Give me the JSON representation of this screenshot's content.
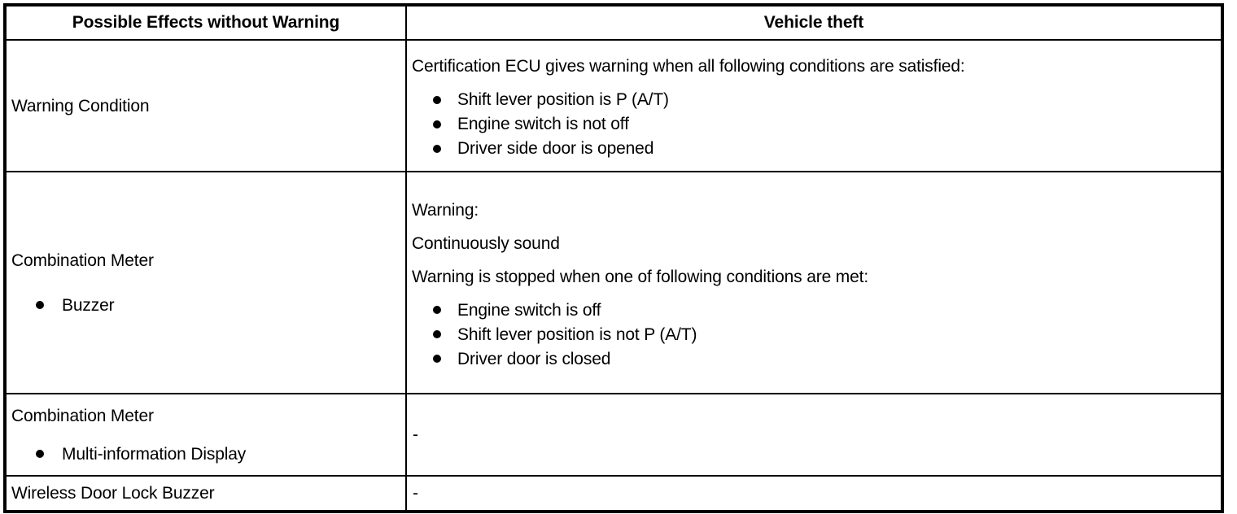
{
  "table": {
    "header": {
      "left": "Possible Effects without Warning",
      "right": "Vehicle theft"
    },
    "rows": [
      {
        "label": {
          "title": "Warning Condition",
          "bullets": []
        },
        "content": {
          "paragraphs": [
            "Certification ECU gives warning when all following conditions are satisfied:"
          ],
          "bullets": [
            "Shift lever position is P (A/T)",
            "Engine switch is not off",
            "Driver side door is opened"
          ]
        }
      },
      {
        "label": {
          "title": "Combination Meter",
          "bullets": [
            "Buzzer"
          ]
        },
        "content": {
          "paragraphs": [
            "Warning:",
            "Continuously sound",
            "Warning is stopped when one of following conditions are met:"
          ],
          "bullets": [
            "Engine switch is off",
            "Shift lever position is not P (A/T)",
            "Driver door is closed"
          ]
        }
      },
      {
        "label": {
          "title": "Combination Meter",
          "bullets": [
            "Multi-information Display"
          ]
        },
        "content": {
          "paragraphs": [],
          "bullets": [],
          "dash": "-"
        }
      },
      {
        "label": {
          "title": "Wireless Door Lock Buzzer",
          "bullets": []
        },
        "content": {
          "paragraphs": [],
          "bullets": [],
          "dash": "-"
        }
      }
    ]
  },
  "colors": {
    "border": "#000000",
    "text": "#000000",
    "background": "#ffffff"
  }
}
